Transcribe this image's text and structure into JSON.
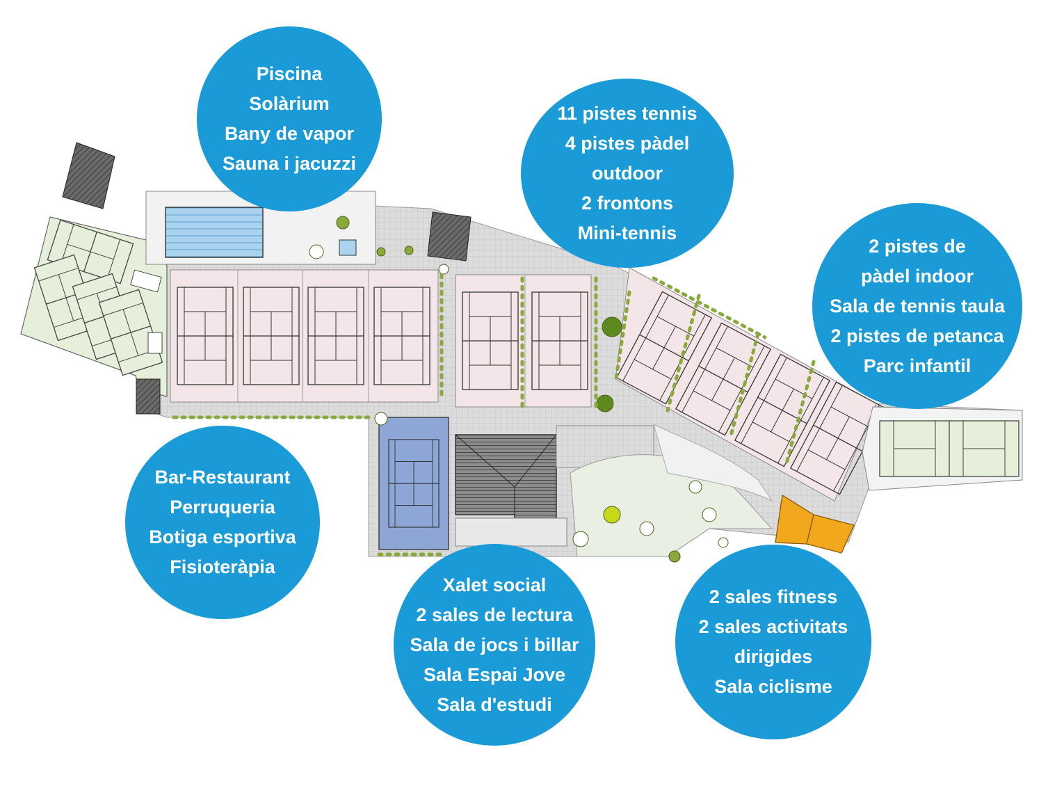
{
  "colors": {
    "bubble": "#1a9ad7",
    "bubble_text": "#ffffff",
    "tennis_court": "#f4e6e8",
    "padel_court": "#e5efd9",
    "indoor_court": "#8ea6d6",
    "pool": "#a9d3ee",
    "building_hatch": "#555555",
    "gym_building": "#f2a81c",
    "garden": "#e9efe2",
    "paving": "#d9d9d9"
  },
  "icons": [
    "tree-icon",
    "hedge-icon",
    "pool-icon",
    "court-lines-icon"
  ],
  "bubbles": {
    "pool": {
      "lines": [
        "Piscina",
        "Solàrium",
        "Bany de vapor",
        "Sauna i jacuzzi"
      ]
    },
    "courts": {
      "lines": [
        "11 pistes tennis",
        "4 pistes pàdel",
        "outdoor",
        "2 frontons",
        "Mini-tennis"
      ]
    },
    "indoor": {
      "lines": [
        "2 pistes de",
        "pàdel indoor",
        "Sala de tennis taula",
        "2 pistes de petanca",
        "Parc infantil"
      ]
    },
    "services": {
      "lines": [
        "Bar-Restaurant",
        "Perruqueria",
        "Botiga esportiva",
        "Fisioteràpia"
      ]
    },
    "social": {
      "lines": [
        "Xalet social",
        "2 sales de lectura",
        "Sala de jocs i billar",
        "Sala Espai Jove",
        "Sala d'estudi"
      ]
    },
    "fitness": {
      "lines": [
        "2 sales fitness",
        "2 sales activitats",
        "dirigides",
        "Sala ciclisme"
      ]
    }
  }
}
